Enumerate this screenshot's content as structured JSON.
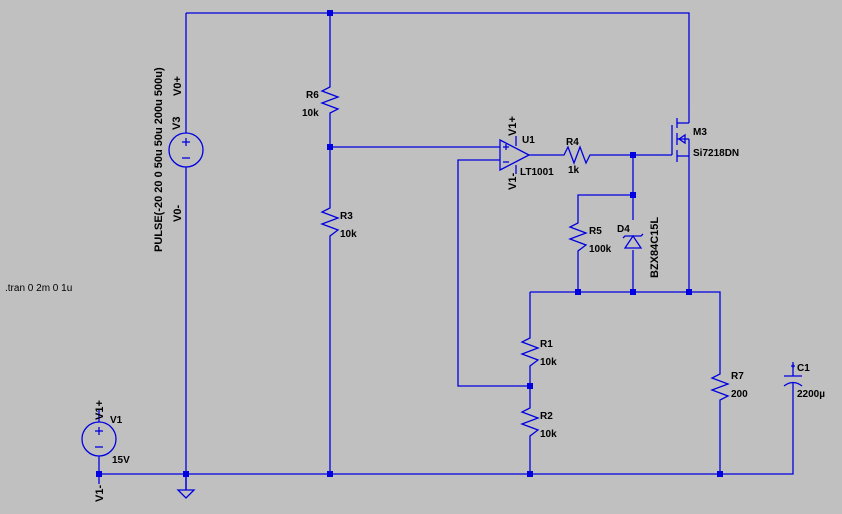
{
  "colors": {
    "background": "#c0c0c0",
    "wire": "#0000e0",
    "text": "#000000"
  },
  "directive": ".tran 0 2m 0 1u",
  "components": {
    "R6": {
      "name": "R6",
      "value": "10k"
    },
    "R3": {
      "name": "R3",
      "value": "10k"
    },
    "R4": {
      "name": "R4",
      "value": "1k"
    },
    "R5": {
      "name": "R5",
      "value": "100k"
    },
    "R1": {
      "name": "R1",
      "value": "10k"
    },
    "R2": {
      "name": "R2",
      "value": "10k"
    },
    "R7": {
      "name": "R7",
      "value": "200"
    },
    "C1": {
      "name": "C1",
      "value": "2200µ"
    },
    "D4": {
      "name": "D4",
      "value": "BZX84C15L"
    },
    "M3": {
      "name": "M3",
      "value": "Si7218DN"
    },
    "U1": {
      "name": "U1",
      "value": "LT1001"
    },
    "V1": {
      "name": "V1",
      "value": "15V"
    },
    "V3": {
      "name": "V3",
      "value": "PULSE(-20 20 0 50u 50u 200u 500u)"
    }
  },
  "net_labels": {
    "v0_plus": "V0+",
    "v0_minus": "V0-",
    "v1_plus_opamp": "V1+",
    "v1_minus_opamp": "V1-",
    "v1_plus_source": "V1+",
    "v1_minus_source": "V1-"
  },
  "icons": [
    "voltage-source-icon",
    "resistor-icon",
    "zener-diode-icon",
    "mosfet-icon",
    "opamp-icon",
    "capacitor-icon",
    "ground-icon"
  ]
}
